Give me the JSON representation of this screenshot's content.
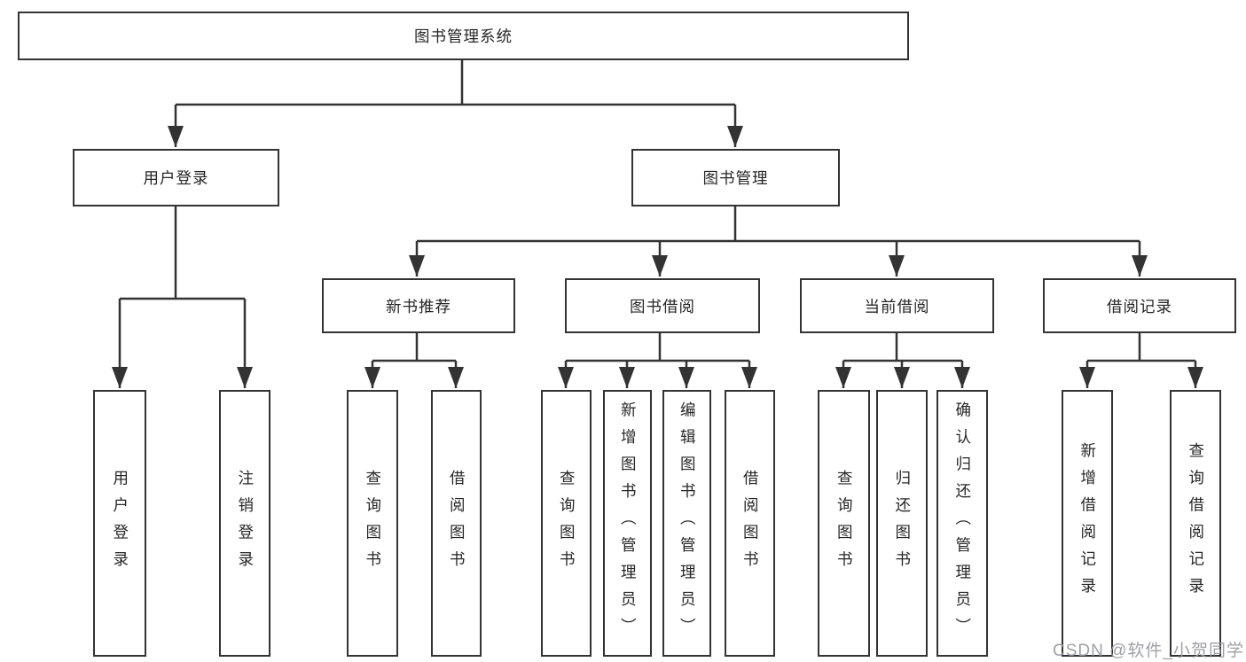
{
  "diagram": {
    "root": {
      "label": "图书管理系统"
    },
    "level2": [
      {
        "label": "用户登录"
      },
      {
        "label": "图书管理"
      }
    ],
    "level3": [
      {
        "label": "新书推荐"
      },
      {
        "label": "图书借阅"
      },
      {
        "label": "当前借阅"
      },
      {
        "label": "借阅记录"
      }
    ],
    "leaves": {
      "user_login": [
        {
          "label": "用户登录"
        },
        {
          "label": "注销登录"
        }
      ],
      "new_book": [
        {
          "label": "查询图书"
        },
        {
          "label": "借阅图书"
        }
      ],
      "book_borrow": [
        {
          "label": "查询图书"
        },
        {
          "label": "新增图书（管理员）"
        },
        {
          "label": "编辑图书（管理员）"
        },
        {
          "label": "借阅图书"
        }
      ],
      "current_borrow": [
        {
          "label": "查询图书"
        },
        {
          "label": "归还图书"
        },
        {
          "label": "确认归还（管理员）"
        }
      ],
      "records": [
        {
          "label": "新增借阅记录"
        },
        {
          "label": "查询借阅记录"
        }
      ]
    },
    "watermark": "CSDN @软件_小贺同学",
    "colors": {
      "line": "#333333",
      "text": "#262626",
      "watermark": "#9a9ba3",
      "background": "#ffffff"
    }
  }
}
